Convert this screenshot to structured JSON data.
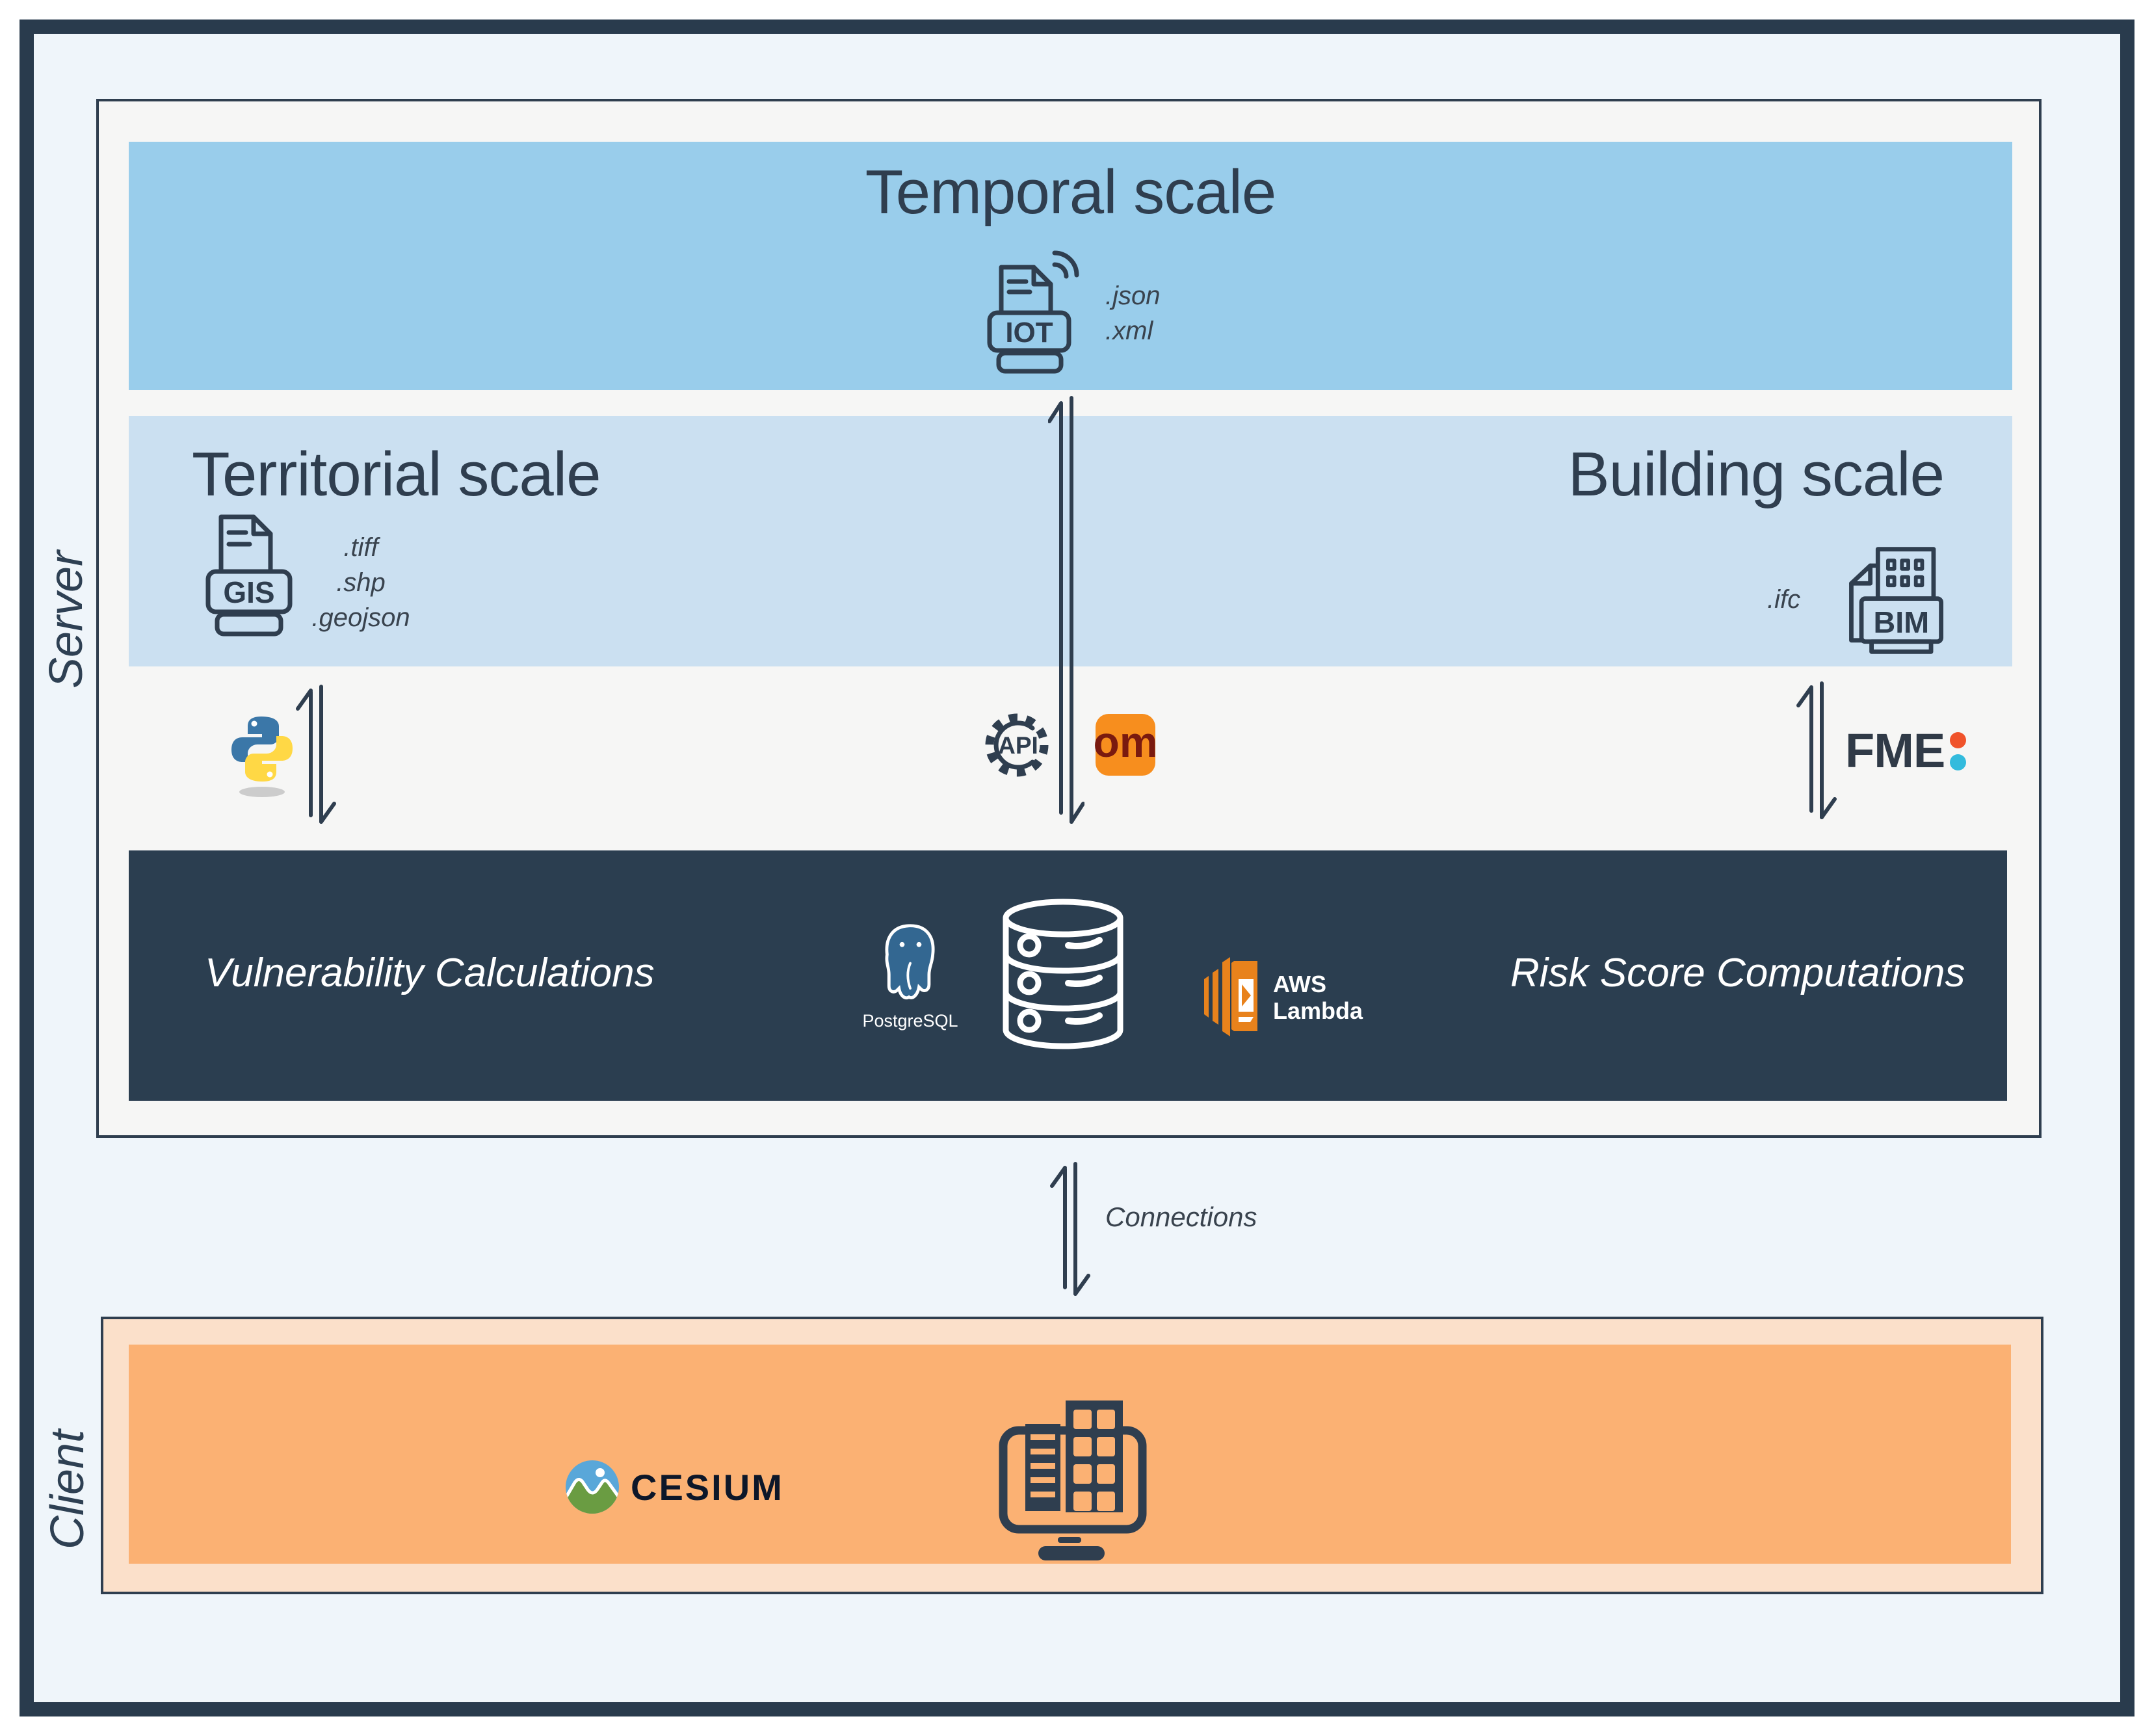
{
  "sections": {
    "server_label": "Server",
    "client_label": "Client"
  },
  "temporal": {
    "title": "Temporal scale",
    "iot_label": "IOT",
    "formats": [
      ".json",
      ".xml"
    ]
  },
  "territorial": {
    "title": "Territorial scale",
    "gis_label": "GIS",
    "formats": [
      ".tiff",
      ".shp",
      ".geojson"
    ]
  },
  "building": {
    "title": "Building scale",
    "bim_label": "BIM",
    "formats": [
      ".ifc"
    ]
  },
  "integration": {
    "api_label": "API",
    "om_label": "om",
    "fme_label": "FME"
  },
  "processing": {
    "left_title": "Vulnerability Calculations",
    "right_title": "Risk Score Computations",
    "postgresql_label": "PostgreSQL",
    "aws_line1": "AWS",
    "aws_line2": "Lambda"
  },
  "connection": {
    "label": "Connections"
  },
  "client": {
    "cesium_label": "CESIUM"
  },
  "colors": {
    "frame_navy": "#293B4D",
    "page_bg": "#EFF5FA",
    "server_bg": "#F6F6F5",
    "temporal_band": "#99CDEB",
    "scales_band": "#CBE0F1",
    "processing_band": "#2B3E50",
    "client_outer": "#FBE0CA",
    "client_inner": "#FBB173",
    "icon_stroke": "#2F3E4F",
    "om_orange": "#F78E1E",
    "om_text": "#7A1A0F",
    "fme_orange_dot": "#F0532B",
    "fme_cyan_dot": "#33BBDD",
    "python_blue": "#3B77A8",
    "python_yellow": "#FFD845",
    "aws_orange": "#E8821C",
    "postgres_blue": "#336791",
    "cesium_sky": "#59A7D9",
    "cesium_green": "#6A9C42"
  }
}
